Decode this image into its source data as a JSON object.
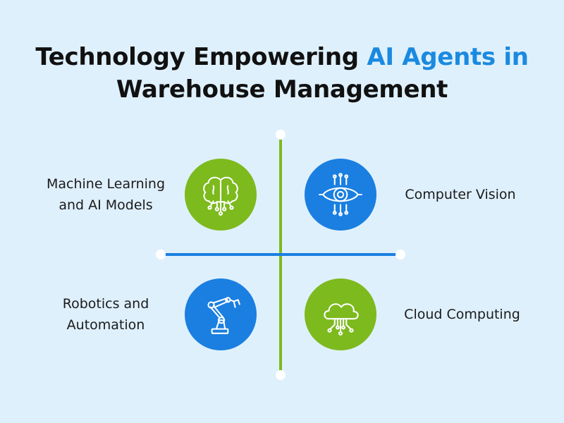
{
  "title": {
    "line1_part1": "Technology Empowering ",
    "line1_highlight": "AI Agents in",
    "line2": "Warehouse Management"
  },
  "colors": {
    "background": "#dff0fd",
    "accent": "#1a8ae0",
    "green": "#7cba1d",
    "blue": "#1a7fe0",
    "text": "#111111"
  },
  "items": [
    {
      "icon": "brain-circuit-icon",
      "color": "green",
      "label_line1": "Machine Learning",
      "label_line2": "and AI Models"
    },
    {
      "icon": "eye-circuit-icon",
      "color": "blue",
      "label_line1": "Computer Vision",
      "label_line2": ""
    },
    {
      "icon": "robotic-arm-icon",
      "color": "blue",
      "label_line1": "Robotics and",
      "label_line2": "Automation"
    },
    {
      "icon": "cloud-network-icon",
      "color": "green",
      "label_line1": "Cloud Computing",
      "label_line2": ""
    }
  ]
}
